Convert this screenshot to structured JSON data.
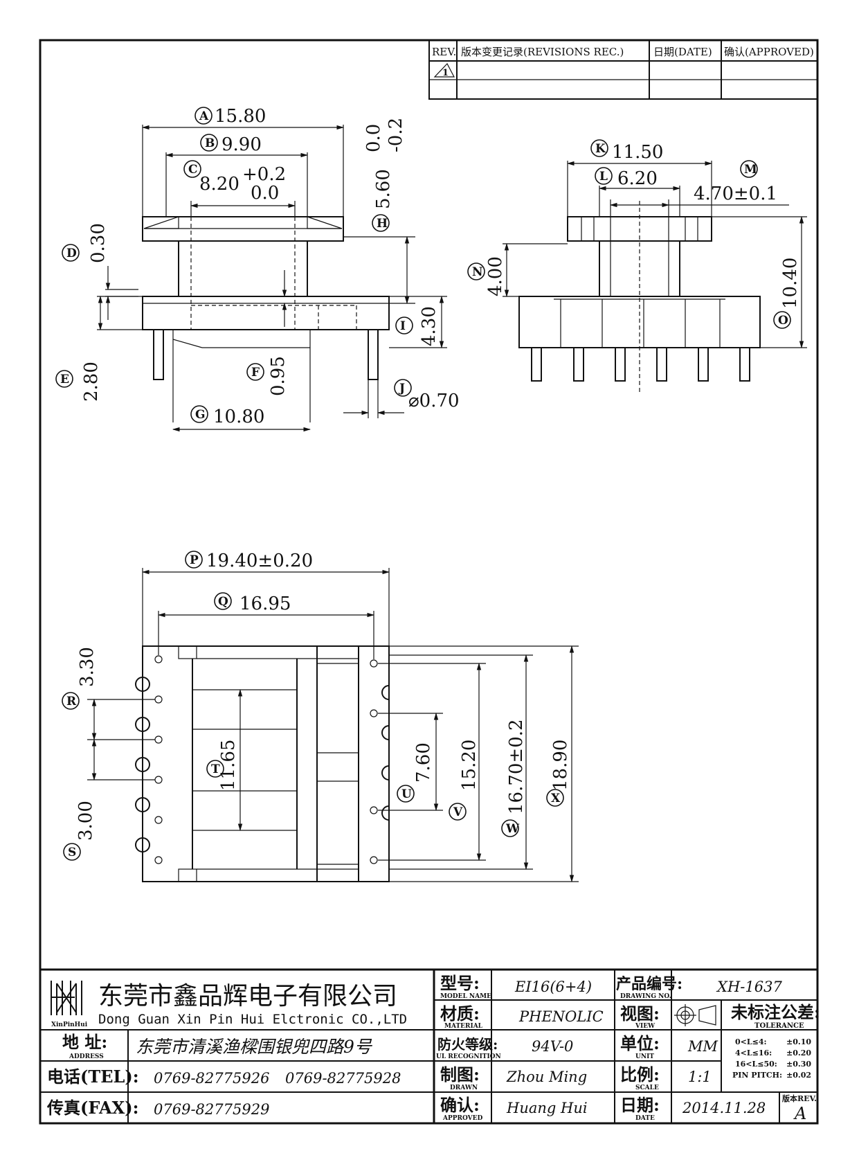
{
  "revision_table": {
    "rev_header": "REV.",
    "changes_header": "版本变更记录(REVISIONS REC.)",
    "date_header": "日期(DATE)",
    "approved_header": "确认(APPROVED)",
    "rev_mark": "1"
  },
  "dims": {
    "A": {
      "letter": "A",
      "value": "15.80"
    },
    "B": {
      "letter": "B",
      "value": "9.90"
    },
    "C": {
      "letter": "C",
      "value": "8.20",
      "tol_upper": "+0.2",
      "tol_lower": "0.0"
    },
    "D": {
      "letter": "D",
      "value": "0.30"
    },
    "E": {
      "letter": "E",
      "value": "2.80"
    },
    "F": {
      "letter": "F",
      "value": "0.95"
    },
    "G": {
      "letter": "G",
      "value": "10.80"
    },
    "H": {
      "letter": "H",
      "value": "5.60",
      "tol_upper": "0.0",
      "tol_lower": "-0.2"
    },
    "I": {
      "letter": "I",
      "value": "4.30"
    },
    "J": {
      "letter": "J",
      "value": "⌀0.70"
    },
    "K": {
      "letter": "K",
      "value": "11.50"
    },
    "L": {
      "letter": "L",
      "value": "6.20"
    },
    "M": {
      "letter": "M",
      "value": "4.70±0.1"
    },
    "N": {
      "letter": "N",
      "value": "4.00"
    },
    "O": {
      "letter": "O",
      "value": "10.40"
    },
    "P": {
      "letter": "P",
      "value": "19.40±0.20"
    },
    "Q": {
      "letter": "Q",
      "value": "16.95"
    },
    "R": {
      "letter": "R",
      "value": "3.30"
    },
    "S": {
      "letter": "S",
      "value": "3.00"
    },
    "T": {
      "letter": "T",
      "value": "11.65"
    },
    "U": {
      "letter": "U",
      "value": "7.60"
    },
    "V": {
      "letter": "V",
      "value": "15.20"
    },
    "W": {
      "letter": "W",
      "value": "16.70±0.2"
    },
    "X": {
      "letter": "X",
      "value": "18.90"
    }
  },
  "title_block": {
    "company_cn": "东莞市鑫品辉电子有限公司",
    "company_en": "Dong Guan Xin Pin Hui Elctronic CO.,LTD",
    "logo_caption": "XinPinHui",
    "address_label": "地 址:",
    "address_label_en": "ADDRESS",
    "address_value": "东莞市清溪渔樑围银兜四路9号",
    "tel_label": "电话(TEL):",
    "tel_value1": "0769-82775926",
    "tel_value2": "0769-82775928",
    "fax_label": "传真(FAX):",
    "fax_value": "0769-82775929",
    "model_label": "型号:",
    "model_label_en": "MODEL NAME",
    "model_value": "EI16(6+4)",
    "material_label": "材质:",
    "material_label_en": "MATERIAL",
    "material_value": "PHENOLIC",
    "fire_label": "防火等级:",
    "fire_label_en": "UL RECOGNITION",
    "fire_value": "94V-0",
    "drawn_label": "制图:",
    "drawn_label_en": "DRAWN",
    "drawn_value": "Zhou Ming",
    "approved_label": "确认:",
    "approved_label_en": "APPROVED",
    "approved_value": "Huang Hui",
    "drawing_no_label": "产品编号:",
    "drawing_no_label_en": "DRAWING NO.",
    "drawing_no_value": "XH-1637",
    "view_label": "视图:",
    "view_label_en": "VIEW",
    "unit_label": "单位:",
    "unit_label_en": "UNIT",
    "unit_value": "MM",
    "scale_label": "比例:",
    "scale_label_en": "SCALE",
    "scale_value": "1:1",
    "date_label": "日期:",
    "date_label_en": "DATE",
    "date_value": "2014.11.28",
    "tolerance_label": "未标注公差:",
    "tolerance_label_en": "TOLERANCE",
    "tolerances": [
      {
        "range": "0<L≤4:",
        "tol": "±0.10"
      },
      {
        "range": "4<L≤16:",
        "tol": "±0.20"
      },
      {
        "range": "16<L≤50:",
        "tol": "±0.30"
      },
      {
        "range": "PIN PITCH:",
        "tol": "±0.02"
      }
    ],
    "revision_label": "版本REV.",
    "revision_value": "A"
  }
}
